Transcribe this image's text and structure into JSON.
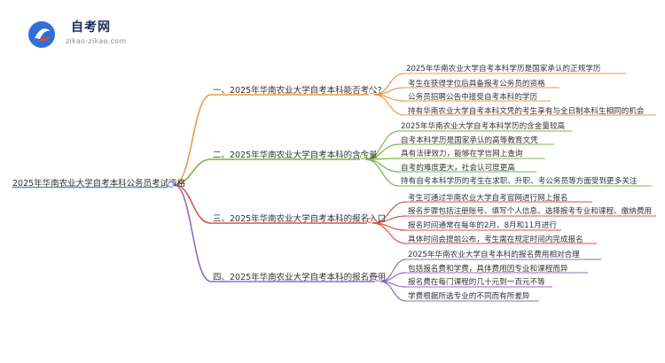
{
  "logo": {
    "title": "自考网",
    "subtitle": "zikao-zikao.com"
  },
  "root": "2025年华南农业大学自考本科公务员考试资格",
  "branches": [
    {
      "label": "一、2025年华南农业大学自考本科能否考公?",
      "color": "#e89a4a",
      "leaves": [
        "2025年华南农业大学自考本科学历是国家承认的正规学历",
        "考生在获得学位后具备报考公务员的资格",
        "公务员招聘公告中接受自考本科的学历",
        "持有华南农业大学自考本科文凭的考生享有与全日制本科生相同的机会"
      ]
    },
    {
      "label": "二、2025年华南农业大学自考本科的含金量",
      "color": "#7cb342",
      "leaves": [
        "2025年华南农业大学自考本科学历的含金量较高",
        "自考本科学历是国家承认的高等教育文凭",
        "具有法律效力，能够在学信网上查询",
        "自考的难度更大，社会认可度更高",
        "持有自考本科学历的考生在求职、升职、考公务员等方面受到更多关注"
      ]
    },
    {
      "label": "三、2025年华南农业大学自考本科的报名入口",
      "color": "#d9534f",
      "leaves": [
        "考生可通过华南农业大学自考官网进行网上报名",
        "报名步骤包括注册账号、填写个人信息、选择报考专业和课程、缴纳费用",
        "报名时间通常在每年的2月、8月和11月进行",
        "具体时间会提前公布，考生需在规定时间内完成报名"
      ]
    },
    {
      "label": "四、2025年华南农业大学自考本科的报名费用",
      "color": "#8e6bbf",
      "leaves": [
        "2025年华南农业大学自考本科的报名费用相对合理",
        "包括报名费和学费，具体费用因专业和课程而异",
        "报名费在每门课程的几十元到一百元不等",
        "学费根据所选专业的不同而有所差异"
      ]
    }
  ],
  "colors": {
    "root_line": "#6b8fc7",
    "logo_blue": "#2f6fd6",
    "logo_red": "#e0453a"
  }
}
